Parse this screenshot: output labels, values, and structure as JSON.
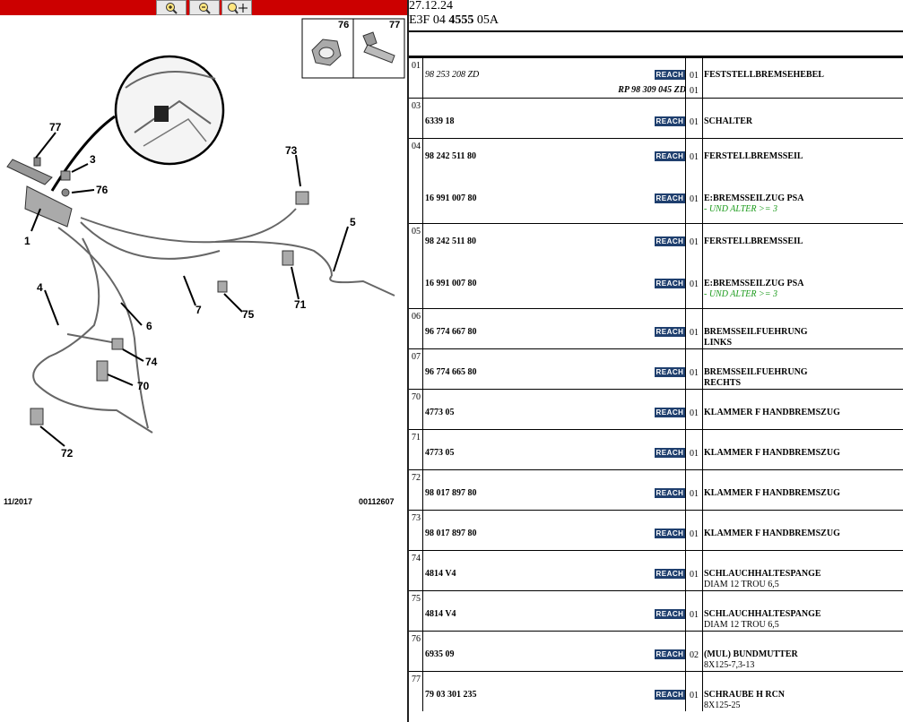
{
  "header": {
    "date": "27.12.24",
    "ref_prefix": "E3F 04 ",
    "ref_bold": "4555",
    "ref_suffix": " 05A"
  },
  "diagram": {
    "date": "11/2017",
    "code": "00112607",
    "callouts": [
      "77",
      "3",
      "76",
      "1",
      "73",
      "5",
      "4",
      "6",
      "7",
      "75",
      "71",
      "74",
      "70",
      "72"
    ],
    "inset_labels": [
      "76",
      "77"
    ]
  },
  "reach_label": "REACH",
  "rows": [
    {
      "num": "01",
      "entries": [
        {
          "pn": "98 253 208 ZD",
          "style": "it",
          "qty": "01",
          "reach": true,
          "desc": "FESTSTELLBREMSEHEBEL"
        },
        {
          "pn": "RP 98 309 045 ZD",
          "style": "rp",
          "qty": "01",
          "reach": false
        }
      ]
    },
    {
      "num": "03",
      "entries": [
        {
          "pn": "6339 18",
          "qty": "01",
          "reach": true,
          "desc": "SCHALTER"
        }
      ]
    },
    {
      "num": "04",
      "entries": [
        {
          "pn": "98 242 511 80",
          "qty": "01",
          "reach": true,
          "desc": "FERSTELLBREMSSEIL"
        },
        {
          "pn": "16 991 007 80",
          "qty": "01",
          "reach": true,
          "desc": "E:BREMSSEILZUG PSA",
          "sub": "- UND ALTER >= 3",
          "subclass": "green"
        }
      ]
    },
    {
      "num": "05",
      "entries": [
        {
          "pn": "98 242 511 80",
          "qty": "01",
          "reach": true,
          "desc": "FERSTELLBREMSSEIL"
        },
        {
          "pn": "16 991 007 80",
          "qty": "01",
          "reach": true,
          "desc": "E:BREMSSEILZUG PSA",
          "sub": "- UND ALTER >= 3",
          "subclass": "green"
        }
      ]
    },
    {
      "num": "06",
      "entries": [
        {
          "pn": "96 774 667 80",
          "qty": "01",
          "reach": true,
          "desc": "BREMSSEILFUEHRUNG",
          "sub": "LINKS",
          "subclass": "bold"
        }
      ]
    },
    {
      "num": "07",
      "entries": [
        {
          "pn": "96 774 665 80",
          "qty": "01",
          "reach": true,
          "desc": "BREMSSEILFUEHRUNG",
          "sub": "RECHTS",
          "subclass": "bold"
        }
      ]
    },
    {
      "num": "70",
      "entries": [
        {
          "pn": "4773 05",
          "qty": "01",
          "reach": true,
          "desc": "KLAMMER F HANDBREMSZUG"
        }
      ]
    },
    {
      "num": "71",
      "entries": [
        {
          "pn": "4773 05",
          "qty": "01",
          "reach": true,
          "desc": "KLAMMER F HANDBREMSZUG"
        }
      ]
    },
    {
      "num": "72",
      "entries": [
        {
          "pn": "98 017 897 80",
          "qty": "01",
          "reach": true,
          "desc": "KLAMMER F HANDBREMSZUG"
        }
      ]
    },
    {
      "num": "73",
      "entries": [
        {
          "pn": "98 017 897 80",
          "qty": "01",
          "reach": true,
          "desc": "KLAMMER F HANDBREMSZUG"
        }
      ]
    },
    {
      "num": "74",
      "entries": [
        {
          "pn": "4814 V4",
          "qty": "01",
          "reach": true,
          "desc": "SCHLAUCHHALTESPANGE",
          "sub": "DIAM 12 TROU 6,5"
        }
      ]
    },
    {
      "num": "75",
      "entries": [
        {
          "pn": "4814 V4",
          "qty": "01",
          "reach": true,
          "desc": "SCHLAUCHHALTESPANGE",
          "sub": "DIAM 12 TROU 6,5"
        }
      ]
    },
    {
      "num": "76",
      "entries": [
        {
          "pn": "6935 09",
          "qty": "02",
          "reach": true,
          "desc": "(MUL) BUNDMUTTER",
          "sub": "8X125-7,3-13"
        }
      ]
    },
    {
      "num": "77",
      "entries": [
        {
          "pn": "79 03 301 235",
          "qty": "01",
          "reach": true,
          "desc": "SCHRAUBE H RCN",
          "sub": "8X125-25"
        }
      ]
    }
  ]
}
